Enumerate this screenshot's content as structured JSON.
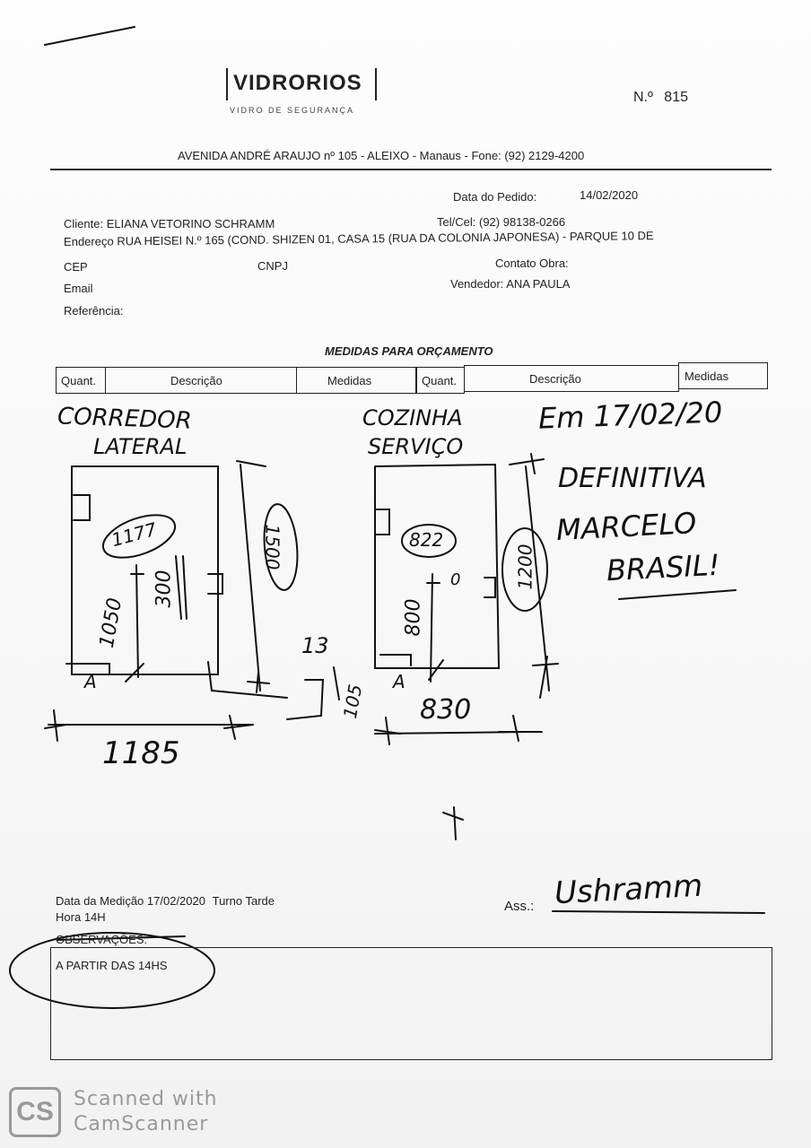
{
  "header": {
    "logo": "VIDRORIOS",
    "tagline": "VIDRO DE SEGURANÇA",
    "number_label": "N.º",
    "number": "815",
    "address": "AVENIDA ANDRÉ ARAUJO nº 105 - ALEIXO - Manaus - Fone: (92) 2129-4200"
  },
  "order": {
    "date_label": "Data do Pedido:",
    "date": "14/02/2020",
    "client_label": "Cliente:",
    "client": "ELIANA VETORINO SCHRAMM",
    "phone_label": "Tel/Cel:",
    "phone": "(92) 98138-0266",
    "address_label": "Endereço",
    "address": "RUA HEISEI N.º 165 (COND. SHIZEN 01, CASA 15 (RUA DA COLONIA JAPONESA) - PARQUE 10 DE",
    "cep_label": "CEP",
    "cnpj_label": "CNPJ",
    "site_contact_label": "Contato Obra:",
    "email_label": "Email",
    "seller_label": "Vendedor:",
    "seller": "ANA PAULA",
    "reference_label": "Referência:"
  },
  "table": {
    "title": "MEDIDAS PARA ORÇAMENTO",
    "columns": [
      "Quant.",
      "Descrição",
      "Medidas",
      "Quant.",
      "Descrição",
      "Medidas"
    ]
  },
  "handwriting": {
    "left_title_1": "CORREDOR",
    "left_title_2": "LATERAL",
    "right_title_1": "COZINHA",
    "right_title_2": "SERVIÇO",
    "note_date": "Em 17/02/20",
    "note_1": "DEFINITIVA",
    "note_2": "MARCELO",
    "note_3": "BRASIL!",
    "left_circle": "1177",
    "left_height_circle": "1500",
    "left_1050": "1050",
    "left_300": "300",
    "left_width": "1185",
    "right_circle": "822",
    "right_height_circle": "1200",
    "right_800": "800",
    "right_0": "0",
    "right_width": "830",
    "step_13": "13",
    "step_105": "105",
    "letter_a": "A",
    "signature": "Ushramm"
  },
  "footer": {
    "measure_date_label": "Data da Medição",
    "measure_date": "17/02/2020",
    "shift_label": "Turno",
    "shift": "Tarde",
    "time_label": "Hora",
    "time": "14H",
    "signature_label": "Ass.:",
    "obs_label": "OBSERVAÇÕES:",
    "obs_text": "A PARTIR DAS 14HS"
  },
  "watermark": {
    "logo": "CS",
    "line1": "Scanned with",
    "line2": "CamScanner"
  }
}
